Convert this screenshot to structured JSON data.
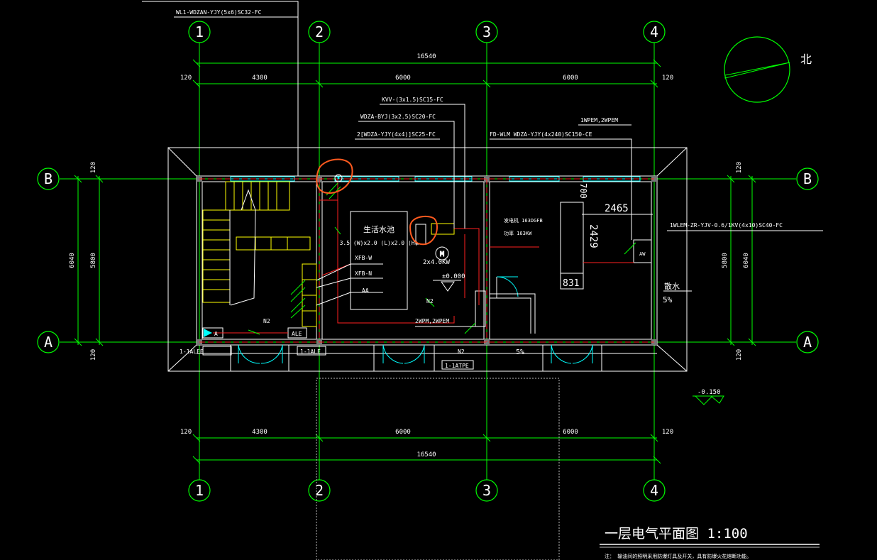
{
  "colors": {
    "background": "#000000",
    "grid_axis": "#00ff00",
    "wall": "#ffffff",
    "dimension": "#00ff00",
    "window": "#00ffff",
    "power_line": "#ff2020",
    "equipment": "#ffff00",
    "markup": "#ff5a1f",
    "label": "#ffffff"
  },
  "axes": {
    "columns": [
      "1",
      "2",
      "3",
      "4"
    ],
    "rows": [
      "B",
      "A"
    ]
  },
  "dimensions": {
    "overall": "16540",
    "offset": "120",
    "bays": [
      "4300",
      "6000",
      "6000"
    ],
    "row_span_outer": "6040",
    "row_span_inner": "5800",
    "side_offset": "120",
    "equip_width": "2465",
    "equip_depth": "2429",
    "equip_small": "700",
    "equip_base": "831"
  },
  "cables": {
    "top_feed": "WL1-WDZAN-YJY(5x6)SC32-FC",
    "kvv": "KVV-(3x1.5)SC15-FC",
    "wdza_byj": "WDZA-BYJ(3x2.5)SC20-FC",
    "wdza_yjy": "2[WDZA-YJY(4x4)]SC25-FC",
    "fd_wlm": "FD-WLM WDZA-YJY(4x240)SC150-CE",
    "wpem": "1WPEM,2WPEM",
    "wlem": "1WLEM-ZR-YJV-0.6/1KV(4x10)SC40-FC",
    "zwpm": "2WPM,2WPEM"
  },
  "labels": {
    "north": "北",
    "tank_name": "生活水池",
    "tank_size": "3.5 (W)x2.0 (L)x2.0 (H)",
    "xfb_w": "XFB-W",
    "xfb_n": "XFB-N",
    "aa": "AA",
    "pump_power": "2x4.0KW",
    "level": "±0.000",
    "gen_model": "发电机 163DGFB",
    "gen_power": "功率 163KW",
    "drain": "散水",
    "drain_slope": "5%",
    "drain_slope_2": "5%",
    "panel_aw": "AW",
    "panel_ale": "ALE",
    "panel_a": "A",
    "box_1alee": "1-1ALEE",
    "box_1ale": "1-1ALE",
    "box_1atpe": "1-1ATPE",
    "n2": "N2",
    "elevation": "-0.150",
    "drawing_title": "一层电气平面图  1:100",
    "note": "注：  输油间的照明采用防爆灯具及开关，具有防爆火花熔断功能。"
  }
}
